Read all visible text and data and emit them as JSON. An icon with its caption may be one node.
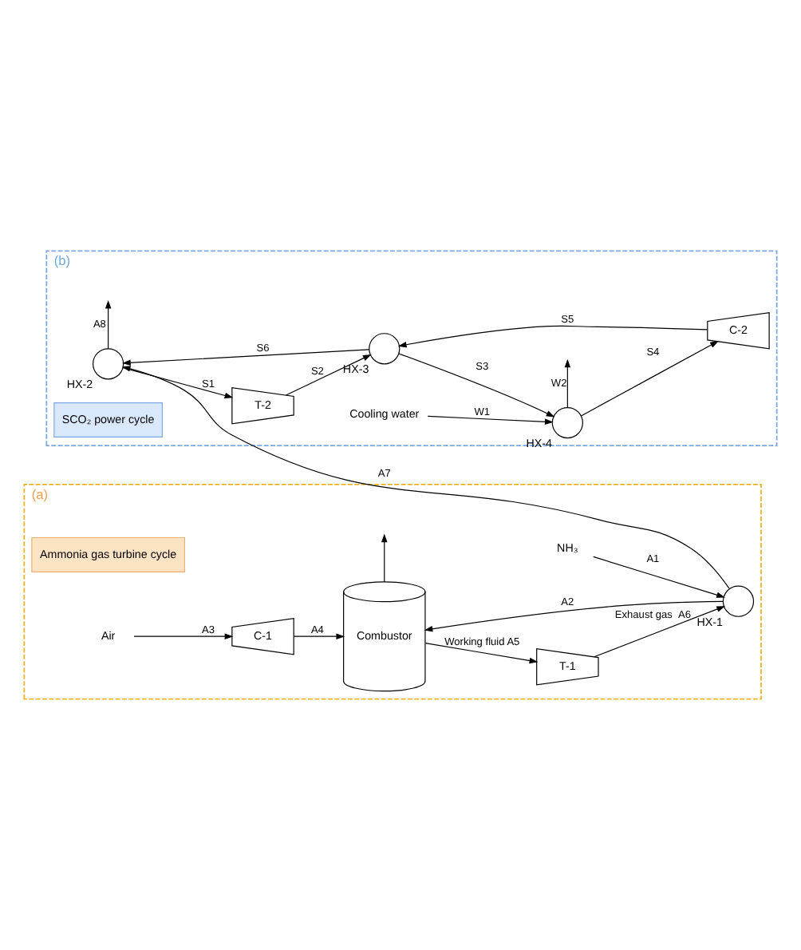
{
  "diagram": {
    "nodes": [
      {
        "text": [
          "(a)"
        ]
      },
      {
        "text": [
          "Ammonia gas turbine cycle"
        ],
        "in": 0
      },
      {
        "text": [
          "NH₃"
        ],
        "in": 0
      },
      {
        "text": [],
        "shape": "circle",
        "beside": [
          "HX-1"
        ],
        "in": 0
      },
      {
        "text": [
          "Combustor"
        ],
        "in": 0
      },
      {
        "text": [
          "Air"
        ],
        "in": 0
      },
      {
        "text": [
          "C-1"
        ],
        "in": 0
      },
      {
        "text": [
          "T-1"
        ],
        "in": 0
      },
      {
        "text": [
          "(b)"
        ]
      },
      {
        "text": [
          "SCO₂ power cycle"
        ],
        "in": 8
      },
      {
        "text": [],
        "shape": "circle",
        "beside": [
          "HX-2"
        ],
        "in": 8
      },
      {
        "text": [
          "T-2"
        ],
        "in": 8
      },
      {
        "text": [],
        "shape": "circle",
        "beside": [
          "HX-3"
        ],
        "in": 8
      },
      {
        "text": [],
        "shape": "circle",
        "beside": [
          "HX-4"
        ],
        "in": 8
      },
      {
        "text": [
          "Cooling water"
        ],
        "in": 8
      },
      {
        "text": [
          "C-2"
        ],
        "in": 8
      }
    ],
    "edges": [
      {
        "from": 2,
        "to": 3,
        "arrow": "to",
        "label": "A1"
      },
      {
        "from": 3,
        "to": 4,
        "arrow": "to",
        "label": "A2"
      },
      {
        "from": 5,
        "to": 6,
        "arrow": "to",
        "label": "A3"
      },
      {
        "from": 6,
        "to": 4,
        "arrow": "to",
        "label": "A4"
      },
      {
        "from": 4,
        "to": 7,
        "arrow": "to",
        "label": "Working fluid A5"
      },
      {
        "from": 7,
        "to": 3,
        "arrow": "to",
        "label": "Exhaust gas  A6"
      },
      {
        "from": 4,
        "to": null,
        "arrow": "to"
      },
      {
        "from": 3,
        "to": 10,
        "arrow": "to",
        "label": "A7"
      },
      {
        "from": 10,
        "to": null,
        "arrow": "to",
        "label": "A8"
      },
      {
        "from": 10,
        "to": 11,
        "arrow": "to",
        "label": "S1"
      },
      {
        "from": 11,
        "to": 12,
        "arrow": "to",
        "label": "S2"
      },
      {
        "from": 12,
        "to": 13,
        "arrow": "to",
        "label": "S3"
      },
      {
        "from": 13,
        "to": 15,
        "arrow": "to",
        "label": "S4"
      },
      {
        "from": 15,
        "to": 12,
        "arrow": "to",
        "label": "S5"
      },
      {
        "from": 12,
        "to": 10,
        "arrow": "to",
        "label": "S6"
      },
      {
        "from": 14,
        "to": 13,
        "arrow": "to",
        "label": "W1"
      },
      {
        "from": 13,
        "to": null,
        "arrow": "to",
        "label": "W2"
      }
    ]
  }
}
